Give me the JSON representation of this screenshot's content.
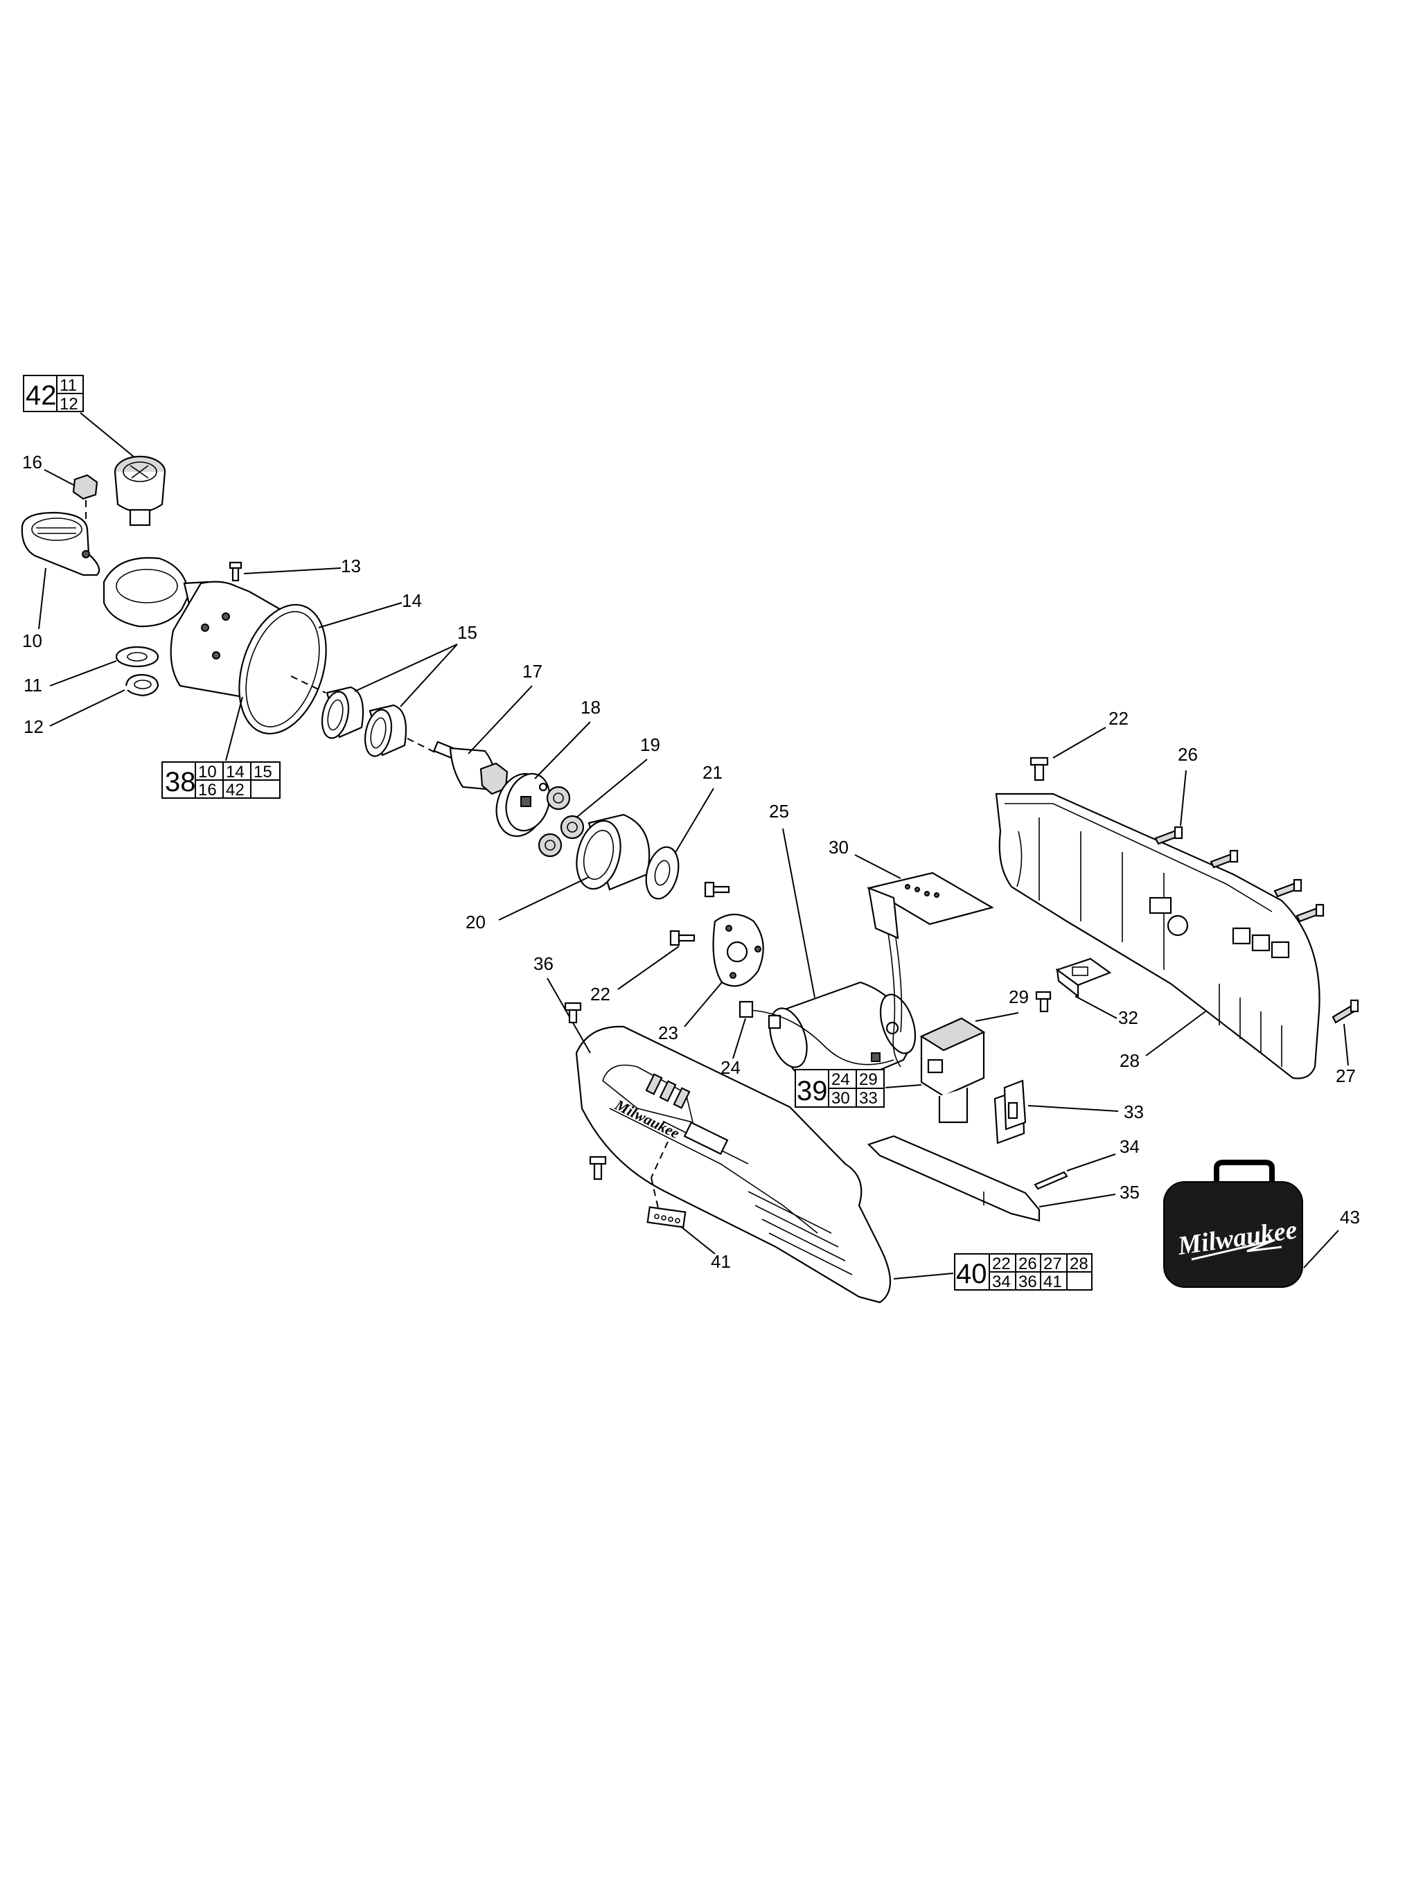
{
  "callouts": {
    "c10": "10",
    "c11": "11",
    "c12": "12",
    "c13": "13",
    "c14": "14",
    "c15": "15",
    "c16": "16",
    "c17": "17",
    "c18": "18",
    "c19": "19",
    "c20": "20",
    "c21": "21",
    "c22a": "22",
    "c22b": "22",
    "c23": "23",
    "c24": "24",
    "c25": "25",
    "c26": "26",
    "c27": "27",
    "c28": "28",
    "c29": "29",
    "c30": "30",
    "c32": "32",
    "c33": "33",
    "c34": "34",
    "c35": "35",
    "c36": "36",
    "c41": "41",
    "c43": "43"
  },
  "kits": {
    "k42": {
      "main": "42",
      "items": [
        "11",
        "12"
      ]
    },
    "k38": {
      "main": "38",
      "items": [
        "10",
        "14",
        "15",
        "16",
        "42",
        ""
      ]
    },
    "k39": {
      "main": "39",
      "items": [
        "24",
        "29",
        "30",
        "33"
      ]
    },
    "k40": {
      "main": "40",
      "items": [
        "22",
        "26",
        "27",
        "28",
        "34",
        "36",
        "41",
        ""
      ]
    }
  },
  "case_logo": {
    "text": "Milwaukee"
  },
  "colors": {
    "line": "#000000",
    "background": "#ffffff",
    "case_fill": "#1a1a1a"
  }
}
